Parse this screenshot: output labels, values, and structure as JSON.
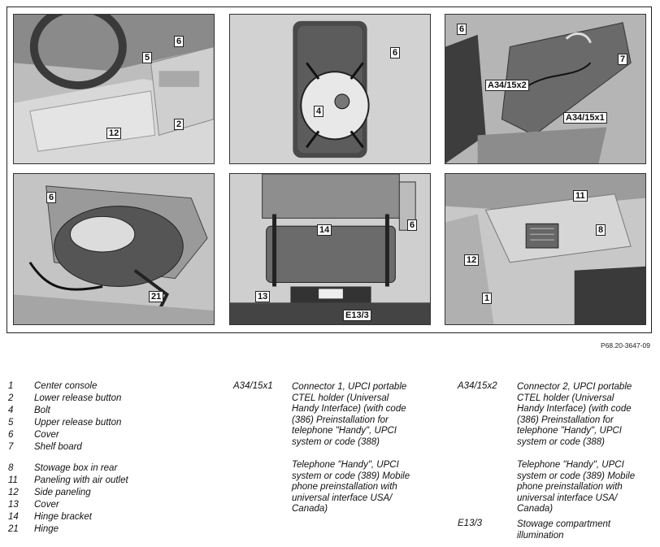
{
  "figure_reference": "P68.20-3647-09",
  "callouts": {
    "p1": [
      "6",
      "5",
      "2",
      "12"
    ],
    "p2": [
      "6",
      "4"
    ],
    "p3": [
      "6",
      "7",
      "A34/15x2",
      "A34/15x1"
    ],
    "p4": [
      "6",
      "21"
    ],
    "p5": [
      "14",
      "6",
      "13",
      "E13/3"
    ],
    "p6": [
      "11",
      "8",
      "12",
      "1"
    ]
  },
  "legend": {
    "group1": [
      {
        "num": "1",
        "text": "Center console"
      },
      {
        "num": "2",
        "text": "Lower release button"
      },
      {
        "num": "4",
        "text": "Bolt"
      },
      {
        "num": "5",
        "text": "Upper release button"
      },
      {
        "num": "6",
        "text": "Cover"
      },
      {
        "num": "7",
        "text": "Shelf board"
      }
    ],
    "group2": [
      {
        "num": "8",
        "text": "Stowage box in rear"
      },
      {
        "num": "11",
        "text": "Paneling with air outlet"
      },
      {
        "num": "12",
        "text": "Side paneling"
      },
      {
        "num": "13",
        "text": "Cover"
      },
      {
        "num": "14",
        "text": "Hinge bracket"
      },
      {
        "num": "21",
        "text": "Hinge"
      }
    ]
  },
  "connectors": {
    "a34_15x1": {
      "code": "A34/15x1",
      "desc1": "Connector 1, UPCI portable\nCTEL holder (Universal\nHandy Interface) (with code\n(386) Preinstallation for\ntelephone \"Handy\", UPCI\nsystem or code (388)",
      "desc2": "Telephone \"Handy\", UPCI\nsystem or code (389) Mobile\nphone preinstallation with\nuniversal interface USA/\nCanada)"
    },
    "a34_15x2": {
      "code": "A34/15x2",
      "desc1": "Connector 2, UPCI portable\nCTEL holder (Universal\nHandy Interface) (with code\n(386) Preinstallation for\ntelephone \"Handy\", UPCI\nsystem or code (388)",
      "desc2": "Telephone \"Handy\", UPCI\nsystem or code (389) Mobile\nphone preinstallation with\nuniversal interface USA/\nCanada)"
    },
    "e13_3": {
      "code": "E13/3",
      "desc": "Stowage compartment\nillumination"
    }
  }
}
